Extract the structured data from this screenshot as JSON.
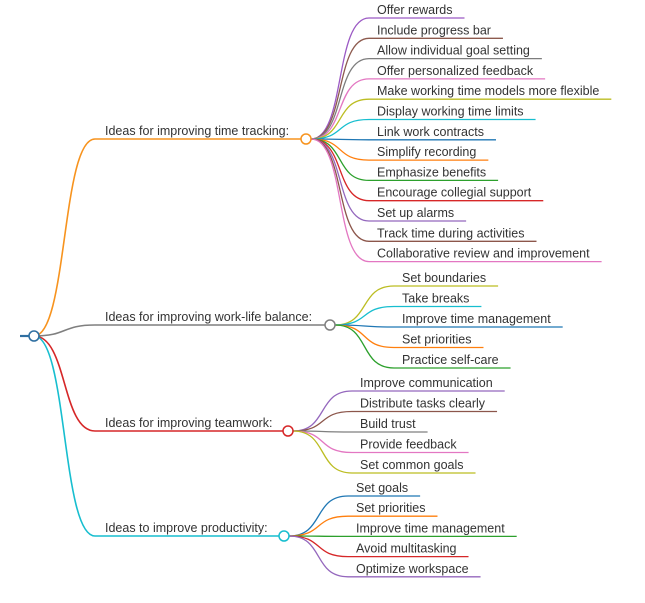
{
  "colors": {
    "background": "#ffffff",
    "text": "#333333",
    "root_node": "#2f6fa1"
  },
  "mindmap": {
    "branches": [
      {
        "label": "Ideas for improving time tracking:",
        "color": "#f7931e",
        "children": [
          {
            "label": "Offer rewards",
            "color": "#9b59c4"
          },
          {
            "label": "Include progress bar",
            "color": "#8d5a4e"
          },
          {
            "label": "Allow individual goal setting",
            "color": "#7d7d7d"
          },
          {
            "label": "Offer personalized feedback",
            "color": "#e377c2"
          },
          {
            "label": "Make working time models more flexible",
            "color": "#bcbd22"
          },
          {
            "label": "Display working time limits",
            "color": "#17becf"
          },
          {
            "label": "Link work contracts",
            "color": "#1f77b4"
          },
          {
            "label": "Simplify recording",
            "color": "#ff7f0e"
          },
          {
            "label": "Emphasize benefits",
            "color": "#2ca02c"
          },
          {
            "label": "Encourage collegial support",
            "color": "#d62728"
          },
          {
            "label": "Set up alarms",
            "color": "#9467bd"
          },
          {
            "label": "Track time during activities",
            "color": "#8c564b"
          },
          {
            "label": "Collaborative review and improvement",
            "color": "#e377c2"
          }
        ]
      },
      {
        "label": "Ideas for improving work-life balance:",
        "color": "#7f7f7f",
        "children": [
          {
            "label": "Set boundaries",
            "color": "#bcbd22"
          },
          {
            "label": "Take breaks",
            "color": "#17becf"
          },
          {
            "label": "Improve time management",
            "color": "#1f77b4"
          },
          {
            "label": "Set priorities",
            "color": "#ff7f0e"
          },
          {
            "label": "Practice self-care",
            "color": "#2ca02c"
          }
        ]
      },
      {
        "label": "Ideas for improving teamwork:",
        "color": "#d62728",
        "children": [
          {
            "label": "Improve communication",
            "color": "#9467bd"
          },
          {
            "label": "Distribute tasks clearly",
            "color": "#8c564b"
          },
          {
            "label": "Build trust",
            "color": "#7f7f7f"
          },
          {
            "label": "Provide feedback",
            "color": "#e377c2"
          },
          {
            "label": "Set common goals",
            "color": "#bcbd22"
          }
        ]
      },
      {
        "label": "Ideas to improve productivity:",
        "color": "#17becf",
        "children": [
          {
            "label": "Set goals",
            "color": "#1f77b4"
          },
          {
            "label": "Set priorities",
            "color": "#ff7f0e"
          },
          {
            "label": "Improve time management",
            "color": "#2ca02c"
          },
          {
            "label": "Avoid multitasking",
            "color": "#d62728"
          },
          {
            "label": "Optimize workspace",
            "color": "#9467bd"
          }
        ]
      }
    ]
  }
}
